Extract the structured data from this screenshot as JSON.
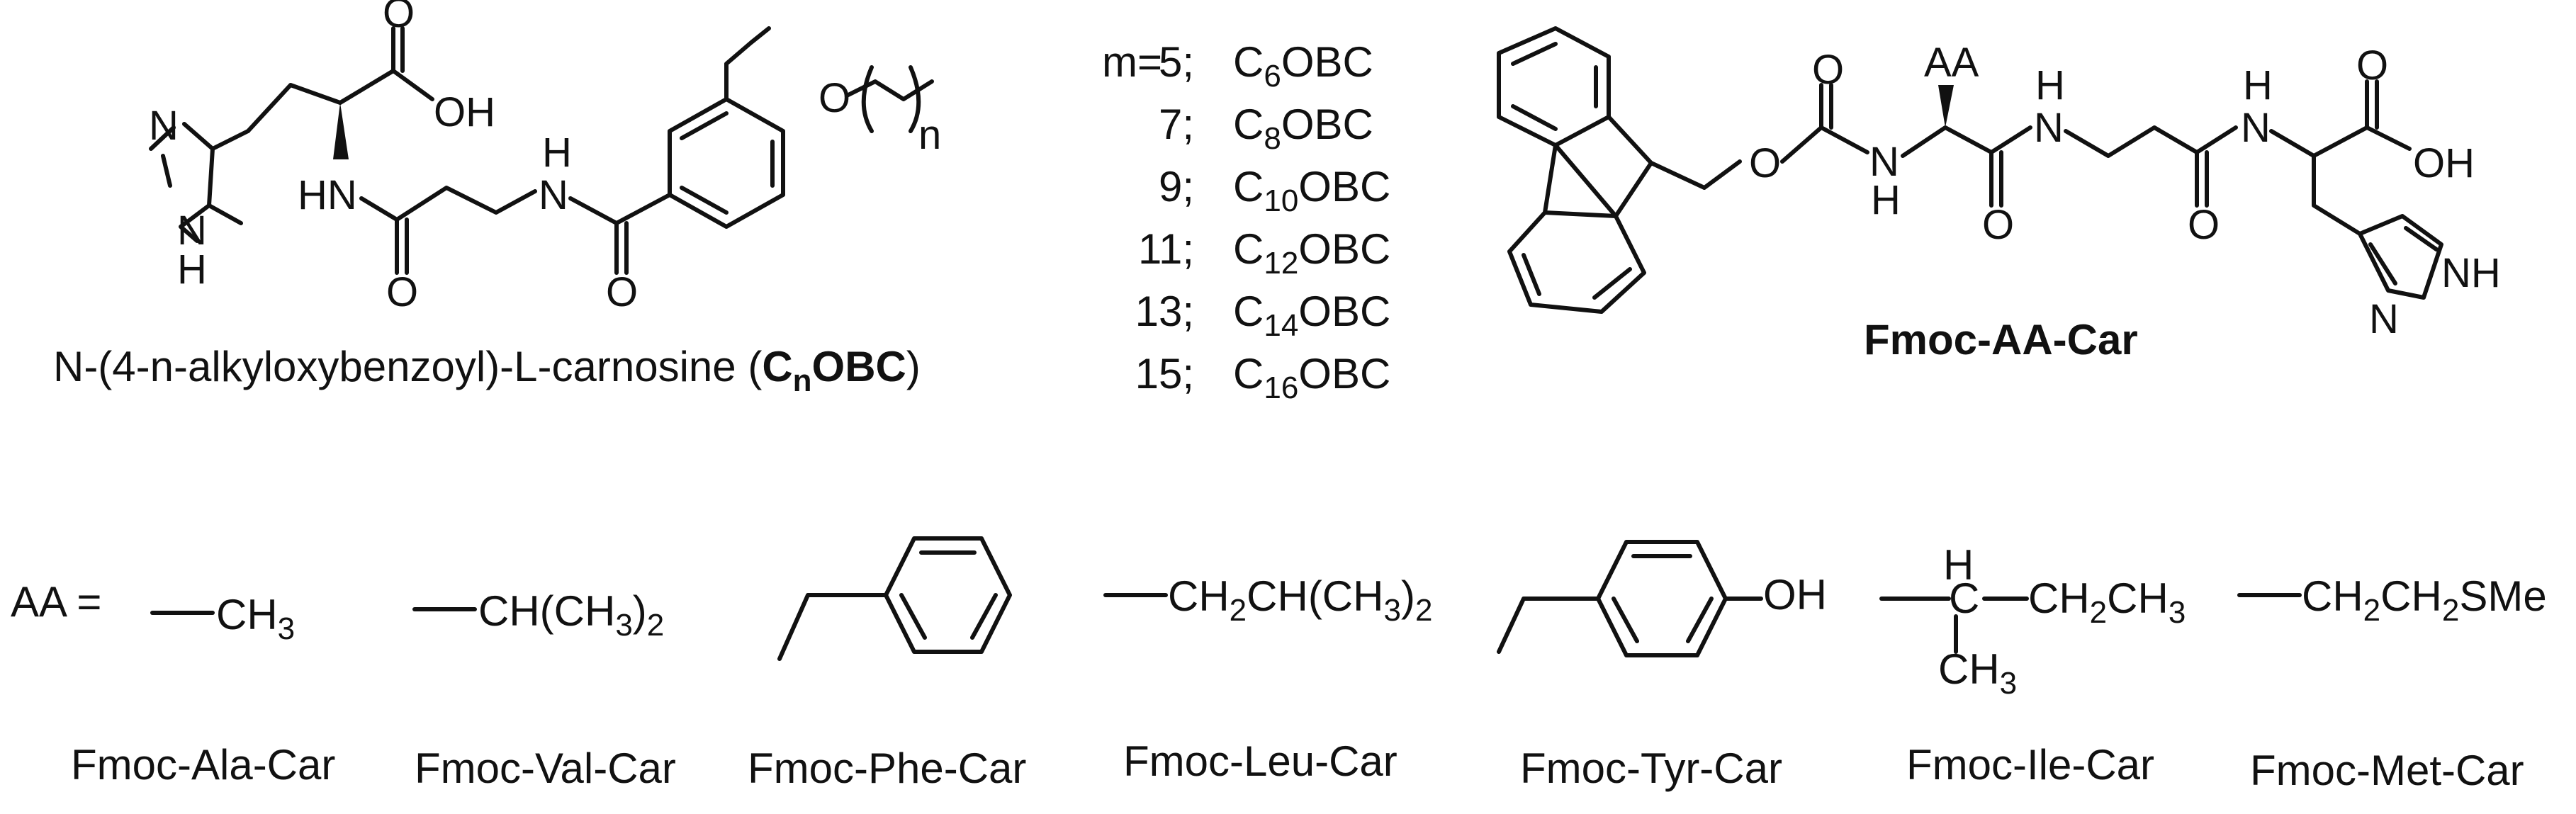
{
  "carnosine_structure": {
    "caption_prefix": "N-(4-n-alkyloxybenzoyl)-L-carnosine (",
    "caption_abbrev_c": "C",
    "caption_abbrev_n": "n",
    "caption_abbrev_rest": "OBC",
    "caption_suffix": ")",
    "chain_index": "n",
    "atoms": {
      "oxygen": "O",
      "hydroxyl": "OH",
      "nitrogen": "N",
      "amide_n": "N",
      "hydrogen": "H",
      "nh": "NH",
      "hn": "HN"
    }
  },
  "homologue_list": {
    "prefix": "m=",
    "rows": [
      {
        "m": "5;",
        "c": "C",
        "sub": "6",
        "rest": "OBC"
      },
      {
        "m": "7;",
        "c": "C",
        "sub": "8",
        "rest": "OBC"
      },
      {
        "m": "9;",
        "c": "C",
        "sub": "10",
        "rest": "OBC"
      },
      {
        "m": "11;",
        "c": "C",
        "sub": "12",
        "rest": "OBC"
      },
      {
        "m": "13;",
        "c": "C",
        "sub": "14",
        "rest": "OBC"
      },
      {
        "m": "15;",
        "c": "C",
        "sub": "16",
        "rest": "OBC"
      }
    ]
  },
  "fmoc_structure": {
    "caption": "Fmoc-AA-Car",
    "side_chain_label": "AA",
    "atoms": {
      "oxygen": "O",
      "hydroxyl": "OH",
      "nitrogen": "N",
      "hydrogen": "H",
      "nh": "NH"
    }
  },
  "amino_acids": {
    "prefix": "AA =",
    "items": [
      {
        "name": "Fmoc-Ala-Car",
        "formula": "CH3"
      },
      {
        "name": "Fmoc-Val-Car",
        "formula": "CH(CH3)2"
      },
      {
        "name": "Fmoc-Phe-Car",
        "formula": ""
      },
      {
        "name": "Fmoc-Leu-Car",
        "formula": "CH2CH(CH3)2"
      },
      {
        "name": "Fmoc-Tyr-Car",
        "formula": "OH"
      },
      {
        "name": "Fmoc-Ile-Car",
        "formula": "H C CH2CH3 CH3"
      },
      {
        "name": "Fmoc-Met-Car",
        "formula": "CH2CH2SMe"
      }
    ],
    "fragments": {
      "ch3": "CH",
      "sub3": "3",
      "ch": "CH(CH",
      "close2": ")",
      "sub2": "2",
      "ch2": "CH",
      "ch2ch": "CH(CH",
      "h": "H",
      "c": "C",
      "ch2ch3a": "CH",
      "ch2ch3b": "CH",
      "sme_a": "CH",
      "sme_b": "CH",
      "sme_c": "SMe",
      "oh": "OH"
    }
  }
}
